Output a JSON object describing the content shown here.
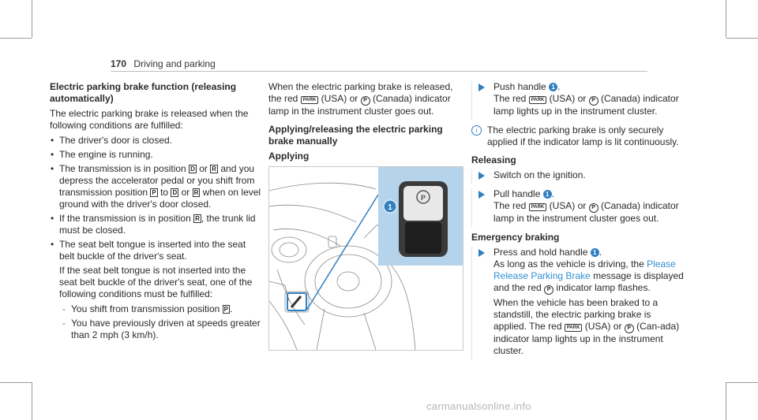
{
  "header": {
    "page_number": "170",
    "section": "Driving and parking"
  },
  "col1": {
    "heading": "Electric parking brake function (releasing automatically)",
    "intro": "The electric parking brake is released when the following conditions are fulfilled:",
    "b1": "The driver's door is closed.",
    "b2": "The engine is running.",
    "b3_a": "The transmission is in position",
    "b3_b": "or",
    "b3_c": "and you depress the accelerator pedal or you shift from transmission position",
    "b3_d": "to",
    "b3_e": "or",
    "b3_f": "when on level ground with the driver's door closed.",
    "b4_a": "If the transmission is in position",
    "b4_b": ", the trunk lid must be closed.",
    "b5": "The seat belt tongue is inserted into the seat belt buckle of the driver's seat.",
    "b5_sub": "If the seat belt tongue is not inserted into the seat belt buckle of the driver's seat, one of the following conditions must be fulfilled:",
    "d1_a": "You shift from transmission position",
    "d1_b": ".",
    "d2": "You have previously driven at speeds greater than 2 mph (3 km/h)."
  },
  "keys": {
    "D": "D",
    "R": "R",
    "P": "P"
  },
  "col2": {
    "p1_a": "When the electric parking brake is released, the red",
    "p1_b": "(USA) or",
    "p1_c": "(Canada) indicator lamp in the instrument cluster goes out.",
    "heading": "Applying/releasing the electric parking brake manually",
    "subheading": "Applying"
  },
  "col3": {
    "s1_a": "Push handle",
    "s1_b": ".",
    "s1_c": "The red",
    "s1_d": "(USA) or",
    "s1_e": "(Canada) indicator lamp lights up in the instrument cluster.",
    "info": "The electric parking brake is only securely applied if the indicator lamp is lit continuously.",
    "releasing": "Releasing",
    "s2": "Switch on the ignition.",
    "s3_a": "Pull handle",
    "s3_b": ".",
    "s3_c": "The red",
    "s3_d": "(USA) or",
    "s3_e": "(Canada) indicator lamp in the instrument cluster goes out.",
    "emergency": "Emergency braking",
    "s4_a": "Press and hold handle",
    "s4_b": ".",
    "s4_c": "As long as the vehicle is driving, the",
    "s4_msg": "Please Release Parking Brake",
    "s4_d": "message is displayed and the red",
    "s4_e": "indicator lamp flashes.",
    "s4_f": "When the vehicle has been braked to a standstill, the electric parking brake is applied. The red",
    "s4_g": "(USA) or",
    "s4_h": "(Can-ada) indicator lamp lights up in the instrument cluster."
  },
  "icons": {
    "park": "PARK",
    "p_circle": "P",
    "callout": "1",
    "info": "i"
  },
  "colors": {
    "accent": "#2f7fc1",
    "inset_bg": "#b5d3ea"
  },
  "watermark": "carmanualsonline.info"
}
